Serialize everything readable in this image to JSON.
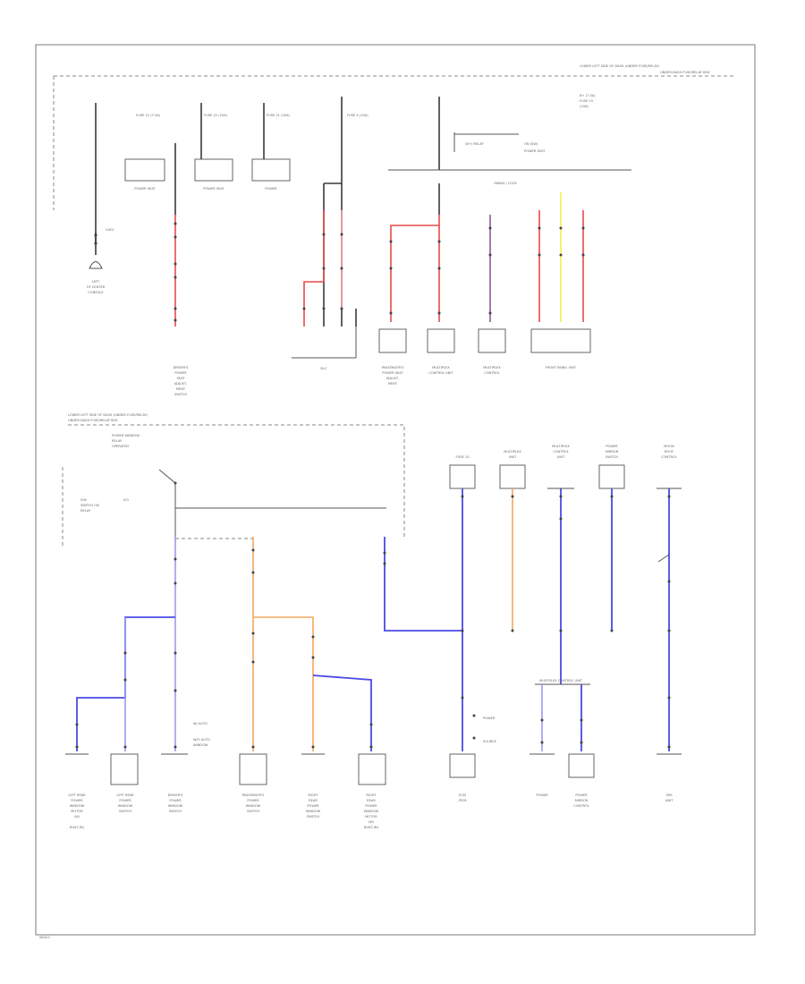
{
  "page": {
    "page_id": "W4/03"
  },
  "header": {
    "top_right_line1": "LOWER LEFT SIDE OF DASH (UNDER FUSE/RELAY)",
    "top_right_line2": "UNDER-DASH FUSE/RELAY BOX"
  },
  "upper": {
    "col1": {
      "connector": "G401",
      "label_lines": [
        "LEFT",
        "OF CENTER",
        "CONSOLE"
      ]
    },
    "col2": {
      "top": "FUSE 12 (7.5A)",
      "box": "POWER SEAT",
      "bottom_lines": [
        "DRIVER'S",
        "POWER",
        "SEAT",
        "ADJUST-",
        "MENT",
        "SWITCH"
      ]
    },
    "col3": {
      "top": "FUSE 22 (20A)",
      "box": "POWER SEAT"
    },
    "col4": {
      "top": "FUSE 21 (20A)",
      "box": "POWER"
    },
    "col5": {
      "top": "FUSE 5 (15A)",
      "bottom": "DLC"
    },
    "right_note_lines": [
      "B+ (7.5A)",
      "FUSE 19",
      "(10A)"
    ],
    "right_lines": [
      "(B+) RELAY",
      "ON (SW)",
      "POWER SEAT"
    ],
    "mid_label": "SWING / LOCK",
    "bottom": {
      "left": "DLC",
      "c2_lines": [
        "PASSENGER'S",
        "POWER SEAT",
        "ADJUST-",
        "MENT"
      ],
      "c3_lines": [
        "MULTIPLEX",
        "CONTROL UNIT"
      ],
      "c4_lines": [
        "MULTIPLEX",
        "CONTROL"
      ],
      "c5": "FRONT PANEL UNIT"
    }
  },
  "lower": {
    "header_lines": [
      "LOWER LEFT SIDE OF DASH (UNDER FUSE/RELAY)",
      "UNDER-DASH FUSE/RELAY BOX"
    ],
    "relay_lines": [
      "POWER WINDOW",
      "RELAY",
      "OPERATED"
    ],
    "relay_note_lines": [
      "IGN",
      "SWITCH ON",
      "RELAY"
    ],
    "ign_label": "IG1",
    "bottom_left": [
      [
        "LEFT REAR",
        "POWER",
        "WINDOW",
        "MOTOR",
        "(W/",
        "BUILT-IN)"
      ],
      [
        "LEFT REAR",
        "POWER",
        "WINDOW",
        "SWITCH"
      ],
      [
        "DRIVER'S",
        "POWER",
        "WINDOW",
        "SWITCH"
      ],
      [
        "PASSENGER'S",
        "POWER",
        "WINDOW",
        "SWITCH"
      ],
      [
        "RIGHT",
        "REAR",
        "POWER",
        "WINDOW",
        "SWITCH"
      ],
      [
        "RIGHT",
        "REAR",
        "POWER",
        "WINDOW",
        "MOTOR",
        "(W/",
        "BUILT-IN)"
      ]
    ],
    "side_notes": [
      "W/ AUTO",
      "W/O AUTO",
      "WINDOW"
    ],
    "right_tops": [
      [
        "FUSE 10"
      ],
      [
        "MULTIPLEX",
        "UNIT"
      ],
      [
        "MULTIPLEX",
        "CONTROL",
        "UNIT"
      ],
      [
        "POWER",
        "MIRROR",
        "SWITCH"
      ],
      [
        "MOON",
        "ROOF",
        "CONTROL"
      ]
    ],
    "right_bottoms": [
      [
        "ECM",
        "/PCM"
      ],
      [
        "POWER"
      ],
      [
        "POWER",
        "MIRROR",
        "CONTROL"
      ],
      [
        "SRS",
        "UNIT"
      ]
    ],
    "right_mid_label": "MULTIPLEX CONTROL UNIT",
    "right_side_notes": [
      "POWER",
      "SOURCE"
    ]
  }
}
